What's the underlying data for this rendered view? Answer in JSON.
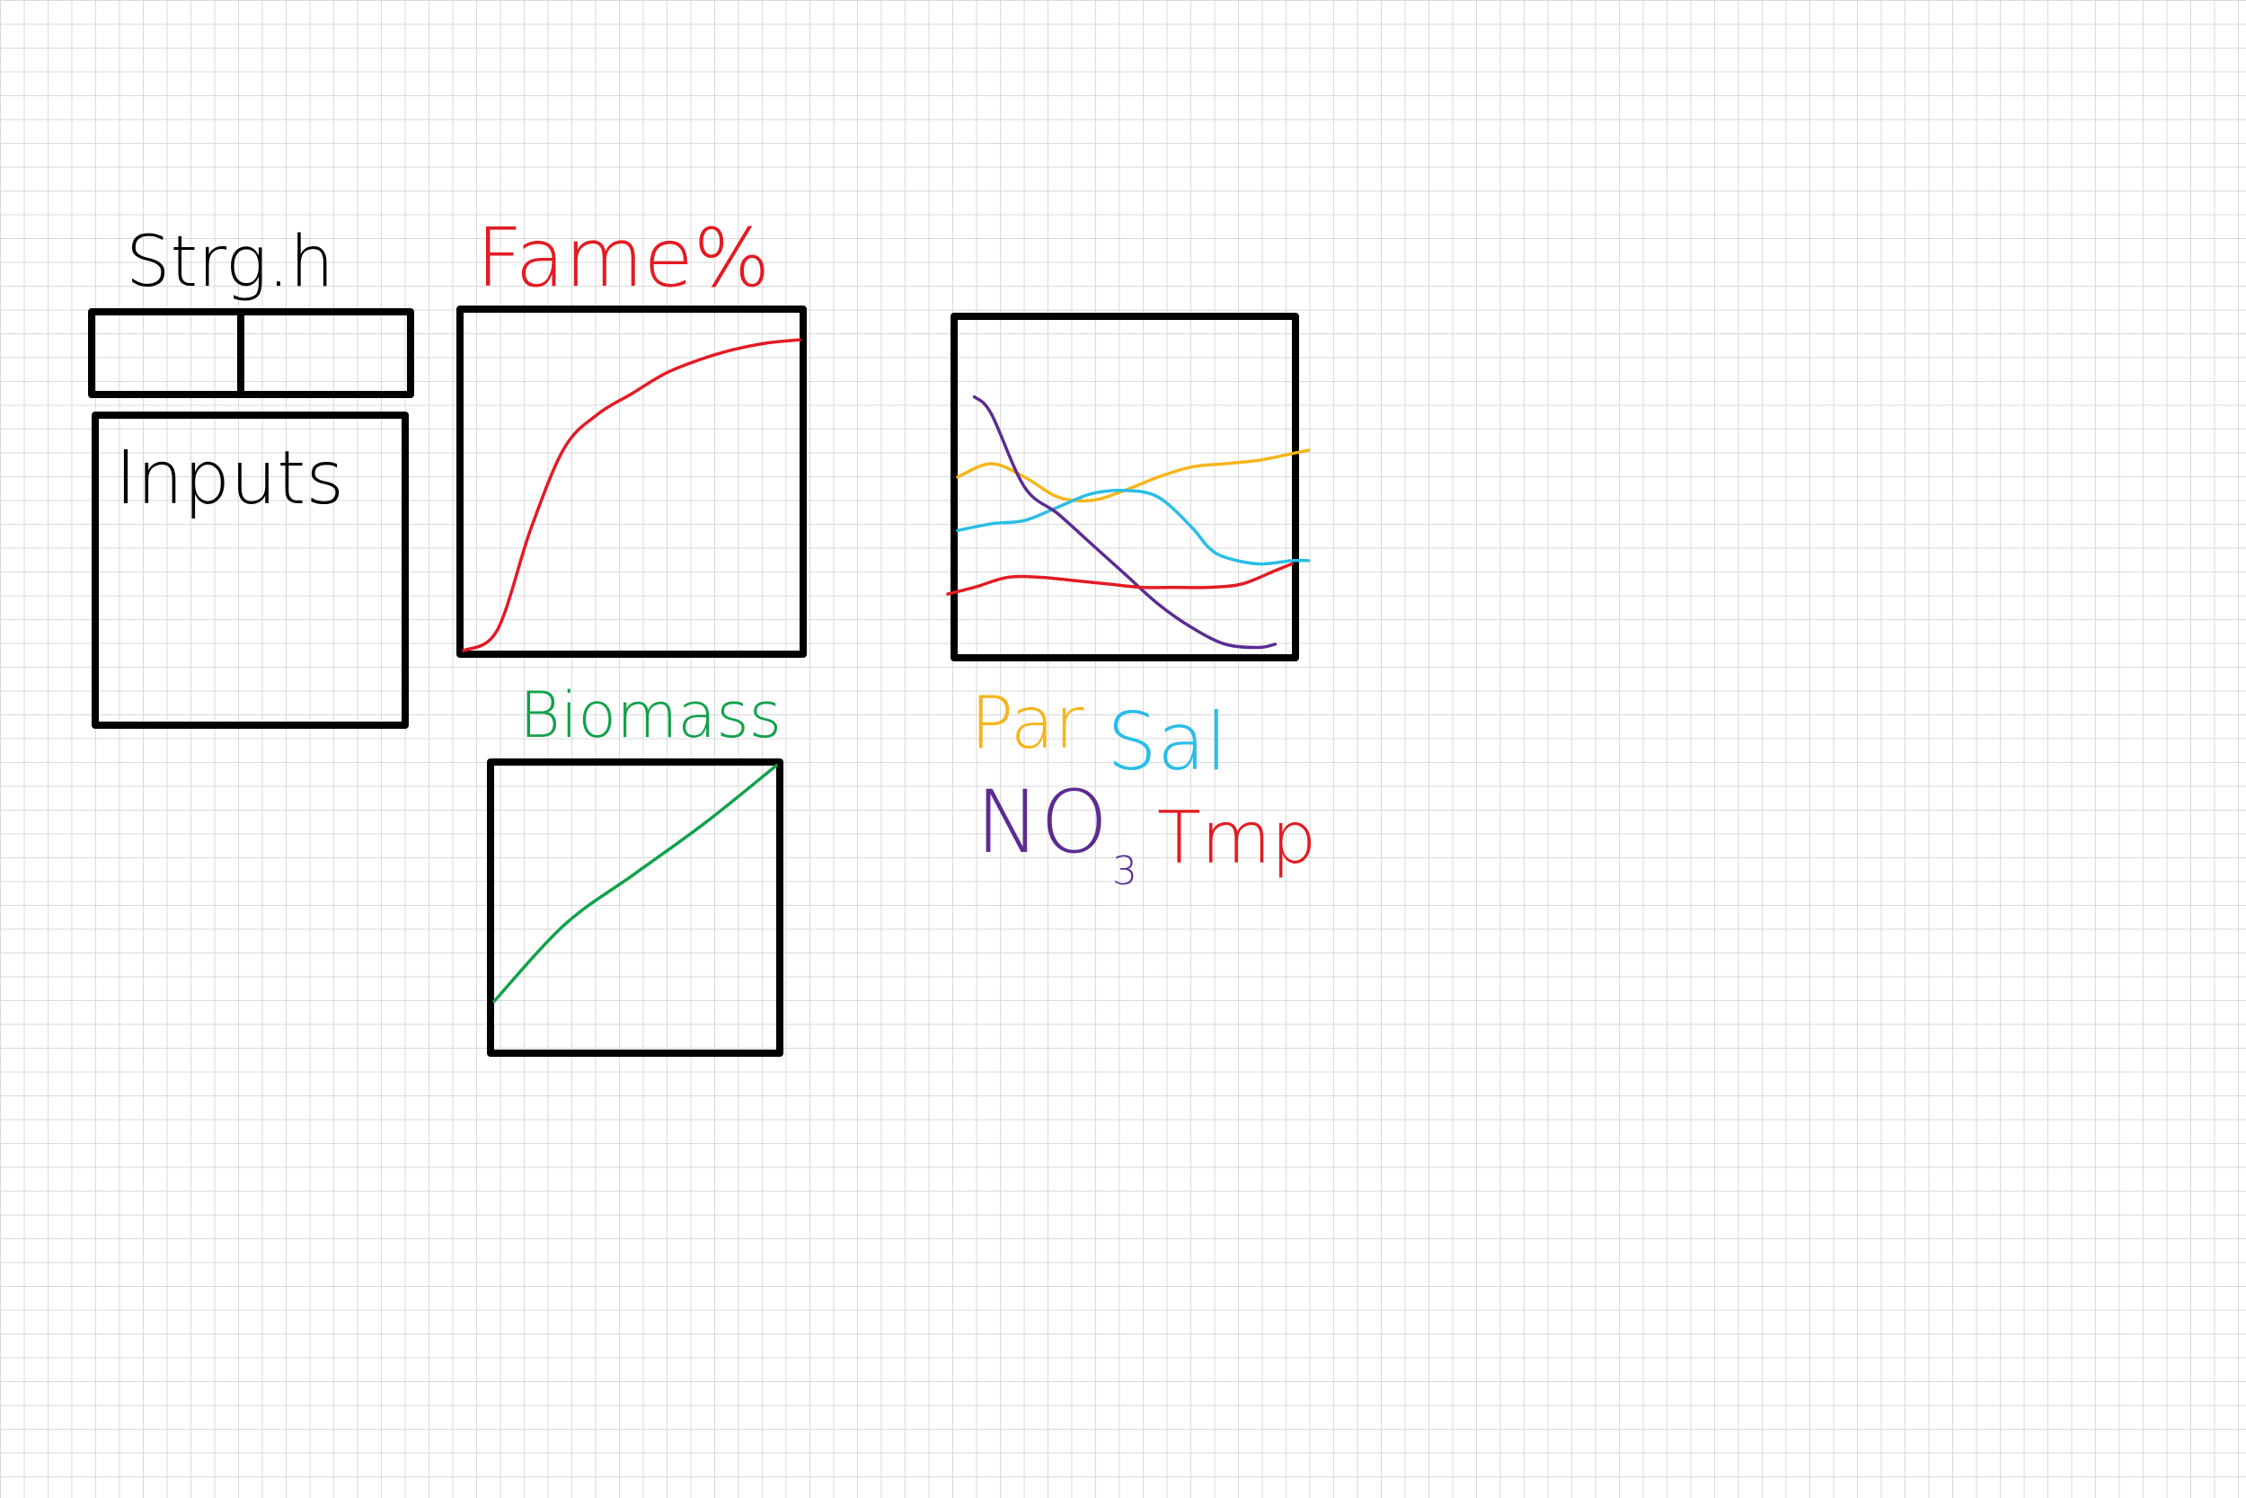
{
  "labels": {
    "strength": "Strg.h",
    "inputs": "Inputs",
    "fame": "Fame%",
    "biomass": "Biomass",
    "par": "Par",
    "sal": "Sal",
    "no3_base": "NO",
    "no3_sub": "3",
    "temp": "Tmp"
  },
  "colors": {
    "ink": "#000000",
    "fame": "#e31b23",
    "biomass": "#12a14b",
    "par": "#f5b51b",
    "sal": "#29bde8",
    "no3": "#5b2c91",
    "temp": "#e31b23"
  },
  "chart_data": [
    {
      "type": "line",
      "title": "Fame%",
      "series": [
        {
          "color": "#e31b23",
          "x": [
            0,
            0.1,
            0.2,
            0.3,
            0.4,
            0.5,
            0.6,
            0.7,
            0.8,
            0.9,
            1.0
          ],
          "y": [
            0,
            0.06,
            0.36,
            0.6,
            0.7,
            0.76,
            0.82,
            0.86,
            0.89,
            0.91,
            0.92
          ]
        }
      ]
    },
    {
      "type": "line",
      "title": "Biomass",
      "series": [
        {
          "color": "#12a14b",
          "x": [
            0,
            0.25,
            0.5,
            0.75,
            1.0
          ],
          "y": [
            0.17,
            0.44,
            0.62,
            0.8,
            1.0
          ]
        }
      ]
    },
    {
      "type": "line",
      "title": "",
      "series": [
        {
          "name": "Par",
          "color": "#f5b51b",
          "x": [
            0,
            0.1,
            0.2,
            0.3,
            0.4,
            0.5,
            0.6,
            0.7,
            0.8,
            0.9,
            1.0,
            1.05
          ],
          "y": [
            0.53,
            0.57,
            0.53,
            0.47,
            0.46,
            0.49,
            0.53,
            0.56,
            0.57,
            0.58,
            0.6,
            0.61
          ]
        },
        {
          "name": "Sal",
          "color": "#29bde8",
          "x": [
            0,
            0.1,
            0.2,
            0.3,
            0.4,
            0.5,
            0.6,
            0.7,
            0.75,
            0.8,
            0.9,
            1.0,
            1.05
          ],
          "y": [
            0.37,
            0.39,
            0.4,
            0.44,
            0.48,
            0.49,
            0.47,
            0.38,
            0.32,
            0.29,
            0.27,
            0.28,
            0.28
          ]
        },
        {
          "name": "NO3",
          "color": "#5b2c91",
          "x": [
            0.05,
            0.1,
            0.2,
            0.3,
            0.4,
            0.5,
            0.6,
            0.7,
            0.8,
            0.9,
            0.95
          ],
          "y": [
            0.77,
            0.72,
            0.5,
            0.42,
            0.33,
            0.24,
            0.15,
            0.08,
            0.03,
            0.02,
            0.03
          ]
        },
        {
          "name": "Tmp",
          "color": "#e31b23",
          "x": [
            -0.03,
            0.05,
            0.15,
            0.25,
            0.35,
            0.45,
            0.55,
            0.65,
            0.75,
            0.85,
            0.95,
            1.0
          ],
          "y": [
            0.18,
            0.2,
            0.23,
            0.23,
            0.22,
            0.21,
            0.2,
            0.2,
            0.2,
            0.21,
            0.25,
            0.27
          ]
        }
      ]
    }
  ]
}
